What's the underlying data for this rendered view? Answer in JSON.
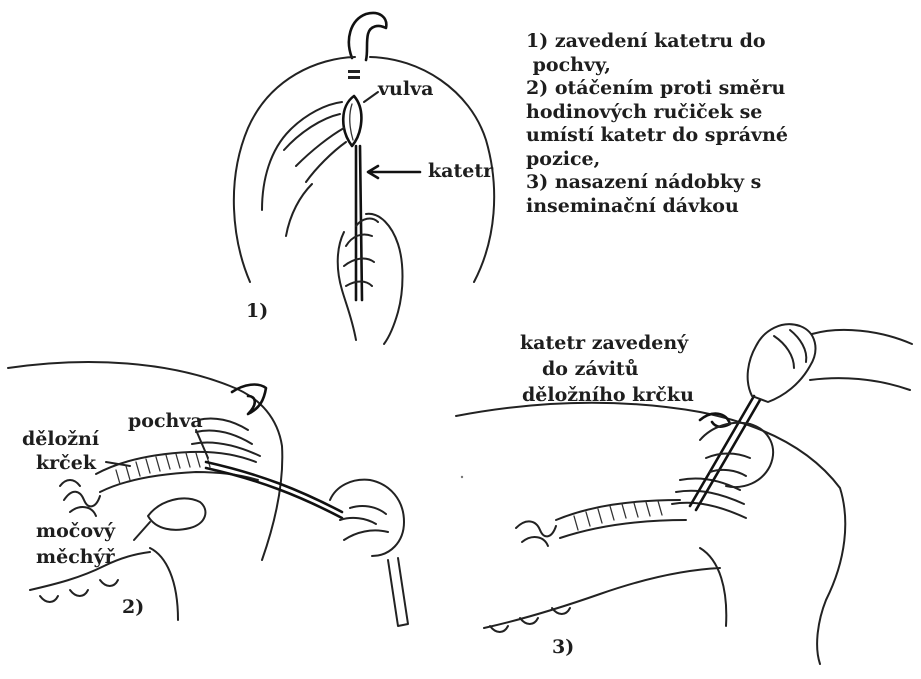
{
  "steps": [
    "1) zavedení katetru do",
    " pochvy,",
    "2) otáčením proti směru",
    "hodinových ručiček se",
    "umístí katetr do správné",
    "pozice,",
    "3) nasazení nádobky s",
    "inseminační dávkou"
  ],
  "panel1": {
    "number": "1)",
    "label_vulva": "vulva",
    "label_katetr": "katetr"
  },
  "panel2": {
    "number": "2)",
    "label_pochva": "pochva",
    "label_delozni": "děložní",
    "label_krcek": "krček",
    "label_mocovy": "močový",
    "label_mechyr": "měchýř"
  },
  "panel3": {
    "number": "3)",
    "caption_line1": "katetr zavedený",
    "caption_line2": "do závitů",
    "caption_line3": "děložního krčku"
  }
}
